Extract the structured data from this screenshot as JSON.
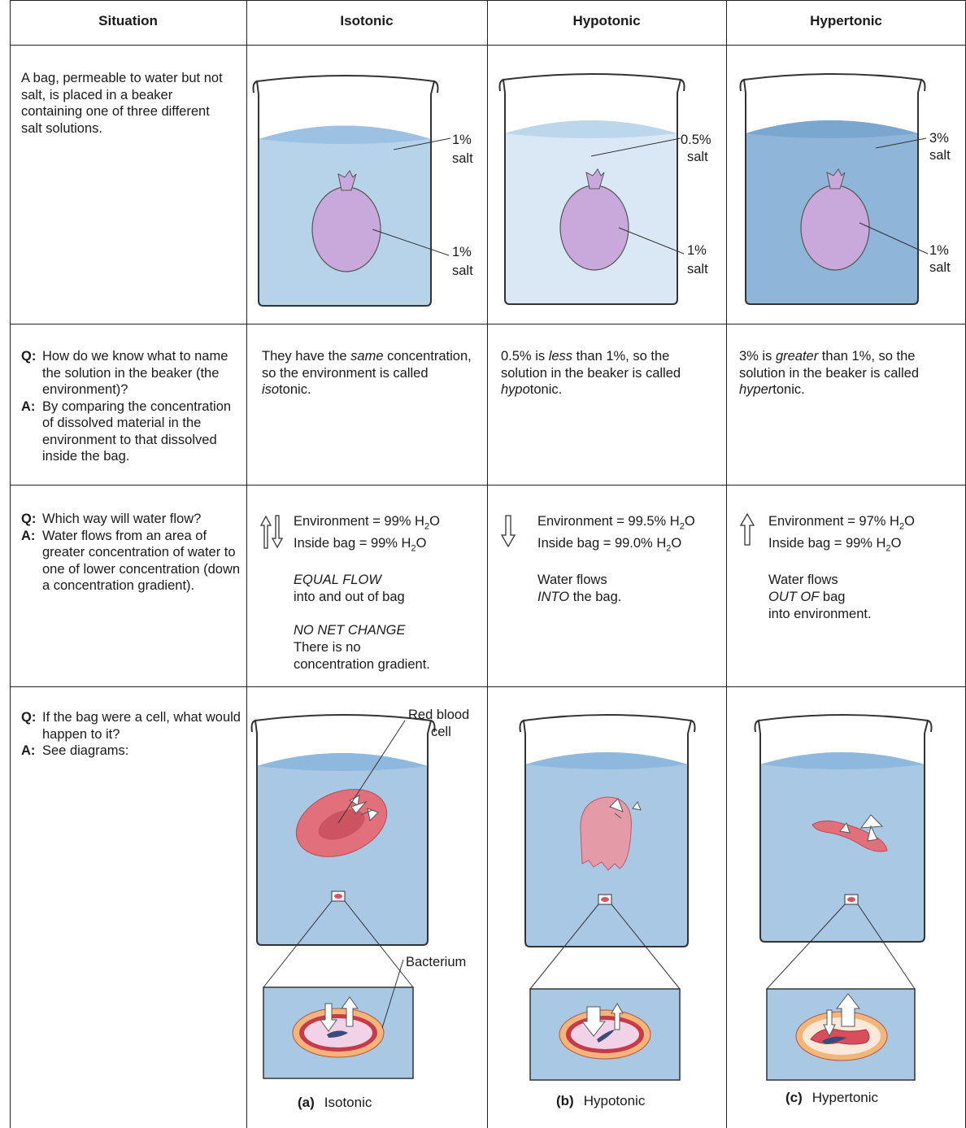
{
  "headers": [
    "Situation",
    "Isotonic",
    "Hypotonic",
    "Hypertonic"
  ],
  "row1": {
    "situation": "A bag, permeable to water but not salt, is placed in a beaker containing one of three different salt solutions.",
    "beakers": [
      {
        "outside": "1%",
        "outside_unit": "salt",
        "inside": "1%",
        "inside_unit": "salt",
        "fill": "#b7d3ea"
      },
      {
        "outside": "0.5%",
        "outside_unit": "salt",
        "inside": "1%",
        "inside_unit": "salt",
        "fill": "#d9e8f4"
      },
      {
        "outside": "3%",
        "outside_unit": "salt",
        "inside": "1%",
        "inside_unit": "salt",
        "fill": "#8fb5d8"
      }
    ]
  },
  "row2": {
    "q": "How do we know what to name the solution in the beaker (the environment)?",
    "a": "By comparing the concentration of dissolved material in the environment to that dissolved inside the bag.",
    "iso": [
      "They have the ",
      "same",
      " concentration, so the environment is called ",
      "iso",
      "tonic."
    ],
    "hypo": [
      "0.5% is ",
      "less",
      " than 1%, so the solution in the beaker is called ",
      "hypo",
      "tonic."
    ],
    "hyper": [
      "3% is ",
      "greater",
      " than 1%, so the solution in the beaker is called ",
      "hyper",
      "tonic."
    ]
  },
  "row3": {
    "q": "Which way will water flow?",
    "a": "Water flows from an area of greater concentration of water to one of lower concentration (down a concentration gradient).",
    "iso": {
      "env": "Environment = 99% H",
      "bag": "Inside bag = 99% H",
      "l1": "EQUAL FLOW",
      "l2": "into and out of bag",
      "l3": "NO NET CHANGE",
      "l4": "There is no",
      "l5": "concentration gradient."
    },
    "hypo": {
      "env": "Environment = 99.5% H",
      "bag": "Inside bag = 99.0% H",
      "l1": "Water flows",
      "l2a": "INTO",
      "l2b": " the bag."
    },
    "hyper": {
      "env": "Environment = 97% H",
      "bag": "Inside bag = 99% H",
      "l1": "Water flows",
      "l2a": "OUT OF",
      "l2b": " bag",
      "l3": "into environment."
    },
    "h2o_sub": "2",
    "h2o_o": "O"
  },
  "row4": {
    "q": "If the bag were a cell, what would happen to it?",
    "a": "See diagrams:",
    "rbc_label": "Red blood cell",
    "bacterium_label": "Bacterium",
    "panels": [
      {
        "letter": "(a)",
        "name": "Isotonic"
      },
      {
        "letter": "(b)",
        "name": "Hypotonic"
      },
      {
        "letter": "(c)",
        "name": "Hypertonic"
      }
    ]
  },
  "qa_tags": {
    "q": "Q:",
    "a": "A:"
  },
  "colors": {
    "grid": "#222222",
    "bag": "#c9a9dc",
    "rbc": "#e2707a",
    "water": "#a9c8e4"
  }
}
